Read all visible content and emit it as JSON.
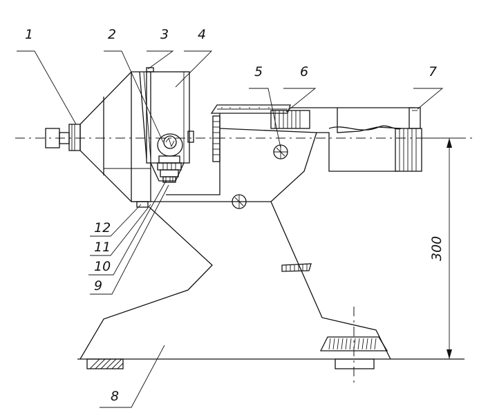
{
  "callouts": [
    {
      "id": "1",
      "text": "1"
    },
    {
      "id": "2",
      "text": "2"
    },
    {
      "id": "3",
      "text": "3"
    },
    {
      "id": "4",
      "text": "4"
    },
    {
      "id": "5",
      "text": "5"
    },
    {
      "id": "6",
      "text": "6"
    },
    {
      "id": "7",
      "text": "7"
    },
    {
      "id": "8",
      "text": "8"
    },
    {
      "id": "9",
      "text": "9"
    },
    {
      "id": "10",
      "text": "10"
    },
    {
      "id": "11",
      "text": "11"
    },
    {
      "id": "12",
      "text": "12"
    }
  ],
  "dimension": {
    "text": "300"
  }
}
